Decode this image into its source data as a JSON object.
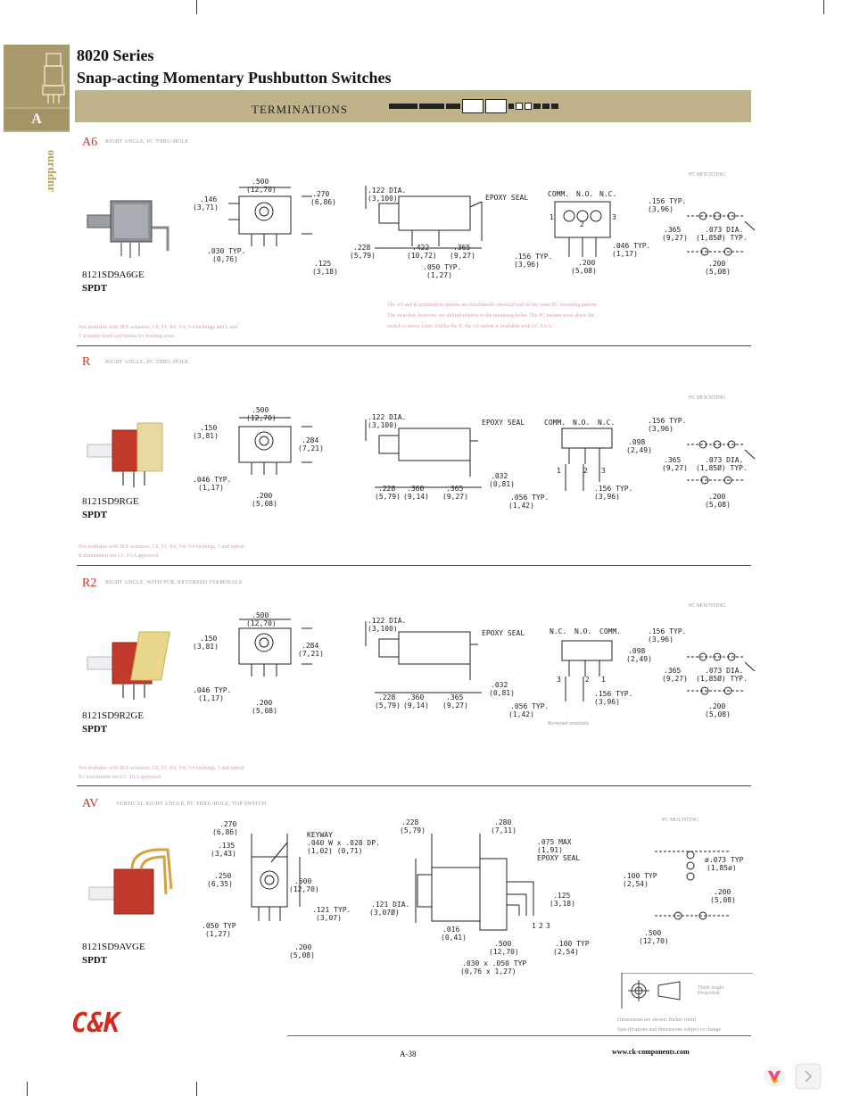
{
  "header": {
    "series": "8020 Series",
    "title": "Snap-acting Momentary Pushbutton Switches",
    "section_tab": "A",
    "band_label": "TERMINATIONS",
    "side_text": "ourddnr"
  },
  "sections": [
    {
      "code": "A6",
      "desc": "RIGHT ANGLE, PC THRU-HOLE",
      "part": "8121SD9A6GE",
      "pole": "SPDT",
      "note1": "Not available with JRX actuators, C6, T1, K6, V4, V4 bushings and L and",
      "note2": "T actuator bezel and bezels for bushing sizes.",
      "pc_mounting": "PC MOUNTING",
      "center_note1": "The A6 and R termination options are functionally identical and fit the same PC mounting pattern.",
      "center_note2": "The switches, however, are shifted relative to the mounting holes. The PC pattern must allow the",
      "center_note3": "switch to move 1mm. Unlike the R, the A6 option is available with LC-TAA.",
      "dims": {
        "w": ".500",
        "w_mm": "(12,70)",
        "h1": ".146",
        "h1_mm": "(3,71)",
        "h2": ".270",
        "h2_mm": "(6,86)",
        "t1": ".030 TYP.",
        "t1_mm": "(0,76)",
        "t2": ".125",
        "t2_mm": "(3,18)",
        "dia": ".122 DIA.",
        "dia_mm": "(3,100)",
        "epoxy": "EPOXY SEAL",
        "a": ".228",
        "a_mm": "(5,79)",
        "b": ".422",
        "b_mm": "(10,72)",
        "c": ".365",
        "c_mm": "(9,27)",
        "d": ".050 TYP.",
        "d_mm": "(1,27)",
        "comm": "COMM.",
        "no": "N.O.",
        "nc": "N.C.",
        "p1": "1",
        "p2": "2",
        "p3": "3",
        "e": ".156 TYP.",
        "e_mm": "(3,96)",
        "f": ".046 TYP.",
        "f_mm": "(1,17)",
        "g": ".200",
        "g_mm": "(5,08)",
        "pc1": ".156 TYP.",
        "pc1_mm": "(3,96)",
        "pc2": ".365",
        "pc2_mm": "(9,27)",
        "pc3": ".073 DIA.",
        "pc3_mm": "(1,85Ø) TYP.",
        "pc4": ".200",
        "pc4_mm": "(5,08)"
      }
    },
    {
      "code": "R",
      "desc": "RIGHT ANGLE, PC THRU-HOLE",
      "part": "8121SD9RGE",
      "pole": "SPDT",
      "note1": "Not available with JRX actuators, C6, T1, K6, V4, V4 bushings, 3 and option",
      "note2": "R termination not LC-TAA approved.",
      "pc_mounting": "PC MOUNTING",
      "dims": {
        "w": ".500",
        "w_mm": "(12,70)",
        "h1": ".150",
        "h1_mm": "(3,81)",
        "h2": ".284",
        "h2_mm": "(7,21)",
        "t1": ".046 TYP.",
        "t1_mm": "(1,17)",
        "g": ".200",
        "g_mm": "(5,08)",
        "dia": ".122 DIA.",
        "dia_mm": "(3,100)",
        "epoxy": "EPOXY SEAL",
        "a": ".228",
        "a_mm": "(5,79)",
        "b": ".360",
        "b_mm": "(9,14)",
        "c": ".365",
        "c_mm": "(9,27)",
        "d": ".032",
        "d_mm": "(0,81)",
        "s": ".056 TYP.",
        "s_mm": "(1,42)",
        "comm": "COMM.",
        "no": "N.O.",
        "nc": "N.C.",
        "p1": "1",
        "p2": "2",
        "p3": "3",
        "e": ".098",
        "e_mm": "(2,49)",
        "f": ".156 TYP.",
        "f_mm": "(3,96)",
        "pc1": ".156 TYP.",
        "pc1_mm": "(3,96)",
        "pc2": ".365",
        "pc2_mm": "(9,27)",
        "pc3": ".073 DIA.",
        "pc3_mm": "(1,85Ø) TYP.",
        "pc4": ".200",
        "pc4_mm": "(5,08)"
      }
    },
    {
      "code": "R2",
      "desc": "RIGHT ANGLE, WITH PCB, REVERSED TERMINALS",
      "part": "8121SD9R2GE",
      "pole": "SPDT",
      "note1": "Not available with JRX actuators, C6, T1, K6, V4, V4 bushings, 3 and option",
      "note2": "R2 termination not LC-TAA approved.",
      "pc_mounting": "PC MOUNTING",
      "reversed": "Reversed terminals",
      "dims": {
        "w": ".500",
        "w_mm": "(12,70)",
        "h1": ".150",
        "h1_mm": "(3,81)",
        "h2": ".284",
        "h2_mm": "(7,21)",
        "t1": ".046 TYP.",
        "t1_mm": "(1,17)",
        "g": ".200",
        "g_mm": "(5,08)",
        "dia": ".122 DIA.",
        "dia_mm": "(3,100)",
        "epoxy": "EPOXY SEAL",
        "a": ".228",
        "a_mm": "(5,79)",
        "b": ".360",
        "b_mm": "(9,14)",
        "c": ".365",
        "c_mm": "(9,27)",
        "d": ".032",
        "d_mm": "(0,81)",
        "s": ".056 TYP.",
        "s_mm": "(1,42)",
        "comm": "N.C.",
        "no": "N.O.",
        "nc": "COMM.",
        "p1": "3",
        "p2": "2",
        "p3": "1",
        "e": ".098",
        "e_mm": "(2,49)",
        "f": ".156 TYP.",
        "f_mm": "(3,96)",
        "pc1": ".156 TYP.",
        "pc1_mm": "(3,96)",
        "pc2": ".365",
        "pc2_mm": "(9,27)",
        "pc3": ".073 DIA.",
        "pc3_mm": "(1,85Ø) TYP.",
        "pc4": ".200",
        "pc4_mm": "(5,08)"
      }
    },
    {
      "code": "AV",
      "desc": "VERTICAL RIGHT ANGLE, PC THRU-HOLE, TOP SWITCH",
      "part": "8121SD9AVGE",
      "pole": "SPDT",
      "pc_mounting": "PC MOUNTING",
      "dims": {
        "a": ".270",
        "a_mm": "(6,86)",
        "b": ".135",
        "b_mm": "(3,43)",
        "c": ".250",
        "c_mm": "(6,35)",
        "d": ".050 TYP",
        "d_mm": "(1,27)",
        "e": ".500",
        "e_mm": "(12,70)",
        "f": ".121 TYP.",
        "f_mm": "(3,07)",
        "g": ".200",
        "g_mm": "(5,08)",
        "key1": "KEYWAY",
        "key2": ".040 W x .028 DP.",
        "key3": "(1,02)       (0,71)",
        "h": ".228",
        "h_mm": "(5,79)",
        "i": ".280",
        "i_mm": "(7,11)",
        "j": ".075 MAX",
        "j_mm": "(1,91)",
        "epoxy": "EPOXY SEAL",
        "k": ".121 DIA.",
        "k_mm": "(3,07Ø)",
        "l": ".125",
        "l_mm": "(3,18)",
        "m": ".016",
        "m_mm": "(0,41)",
        "n": ".500",
        "n_mm": "(12,70)",
        "o": ".100 TYP",
        "o_mm": "(2,54)",
        "p": ".030 x .050 TYP",
        "p_mm": "(0,76 x 1,27)",
        "p1": "1",
        "p2": "2",
        "p3": "3",
        "q": ".100 TYP",
        "q_mm": "(2,54)",
        "r": "ø.073 TYP",
        "r_mm": "(1,85ø)",
        "s": ".200",
        "s_mm": "(5,08)",
        "t": ".500",
        "t_mm": "(12,70)"
      }
    }
  ],
  "footer": {
    "third_angle1": "Third Angle",
    "third_angle2": "Projection",
    "dims_note": "Dimensions are shown: Inches (mm)",
    "spec_note": "Specifications and dimensions subject to change",
    "page": "A-38",
    "web": "www.ck-components.com",
    "logo": "C&K"
  }
}
